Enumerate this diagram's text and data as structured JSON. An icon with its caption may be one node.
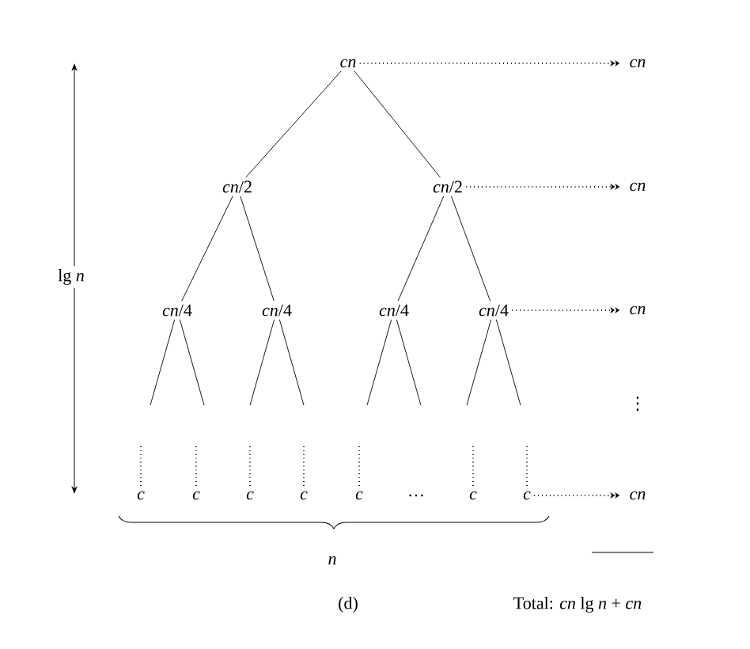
{
  "diagram": {
    "nodes": [
      {
        "text": [
          "cn"
        ]
      },
      {
        "text": [
          "*cn*/2"
        ]
      },
      {
        "text": [
          "*cn*/2"
        ]
      },
      {
        "text": [
          "*cn*/4"
        ]
      },
      {
        "text": [
          "*cn*/4"
        ]
      },
      {
        "text": [
          "*cn*/4"
        ]
      },
      {
        "text": [
          "*cn*/4"
        ]
      },
      {
        "text": [
          "c"
        ]
      },
      {
        "text": [
          "c"
        ]
      },
      {
        "text": [
          "c"
        ]
      },
      {
        "text": [
          "c"
        ]
      },
      {
        "text": [
          "c"
        ]
      },
      {
        "text": [
          "c"
        ]
      },
      {
        "text": [
          "c"
        ]
      },
      {
        "text": [
          "cn"
        ]
      },
      {
        "text": [
          "cn"
        ]
      },
      {
        "text": [
          "cn"
        ]
      },
      {
        "text": [
          "cn"
        ]
      }
    ],
    "edges": [
      {
        "from": 0,
        "to": 1,
        "arrow": "none"
      },
      {
        "from": 0,
        "to": 2,
        "arrow": "none"
      },
      {
        "from": 1,
        "to": 3,
        "arrow": "none"
      },
      {
        "from": 1,
        "to": 4,
        "arrow": "none"
      },
      {
        "from": 2,
        "to": 5,
        "arrow": "none"
      },
      {
        "from": 2,
        "to": 6,
        "arrow": "none"
      },
      {
        "from": 3,
        "to": null,
        "arrow": "none"
      },
      {
        "from": 3,
        "to": null,
        "arrow": "none"
      },
      {
        "from": 4,
        "to": null,
        "arrow": "none"
      },
      {
        "from": 4,
        "to": null,
        "arrow": "none"
      },
      {
        "from": 5,
        "to": null,
        "arrow": "none"
      },
      {
        "from": 5,
        "to": null,
        "arrow": "none"
      },
      {
        "from": 6,
        "to": null,
        "arrow": "none"
      },
      {
        "from": 6,
        "to": null,
        "arrow": "none"
      },
      {
        "from": null,
        "to": 7,
        "arrow": "none",
        "style": "dashed"
      },
      {
        "from": null,
        "to": 8,
        "arrow": "none",
        "style": "dashed"
      },
      {
        "from": null,
        "to": 9,
        "arrow": "none",
        "style": "dashed"
      },
      {
        "from": null,
        "to": 10,
        "arrow": "none",
        "style": "dashed"
      },
      {
        "from": null,
        "to": 11,
        "arrow": "none",
        "style": "dashed"
      },
      {
        "from": null,
        "to": 12,
        "arrow": "none",
        "style": "dashed"
      },
      {
        "from": null,
        "to": 13,
        "arrow": "none",
        "style": "dashed"
      },
      {
        "from": 0,
        "to": 14,
        "arrow": "to",
        "style": "dashed"
      },
      {
        "from": 2,
        "to": 15,
        "arrow": "to",
        "style": "dashed"
      },
      {
        "from": 6,
        "to": 16,
        "arrow": "to",
        "style": "dashed"
      },
      {
        "from": 13,
        "to": 17,
        "arrow": "to",
        "style": "dashed"
      }
    ],
    "labels": [
      "lg *n*",
      "⋮",
      "…",
      "*n*",
      "(d)",
      "Total: *cn* lg *n* + *cn*"
    ]
  }
}
